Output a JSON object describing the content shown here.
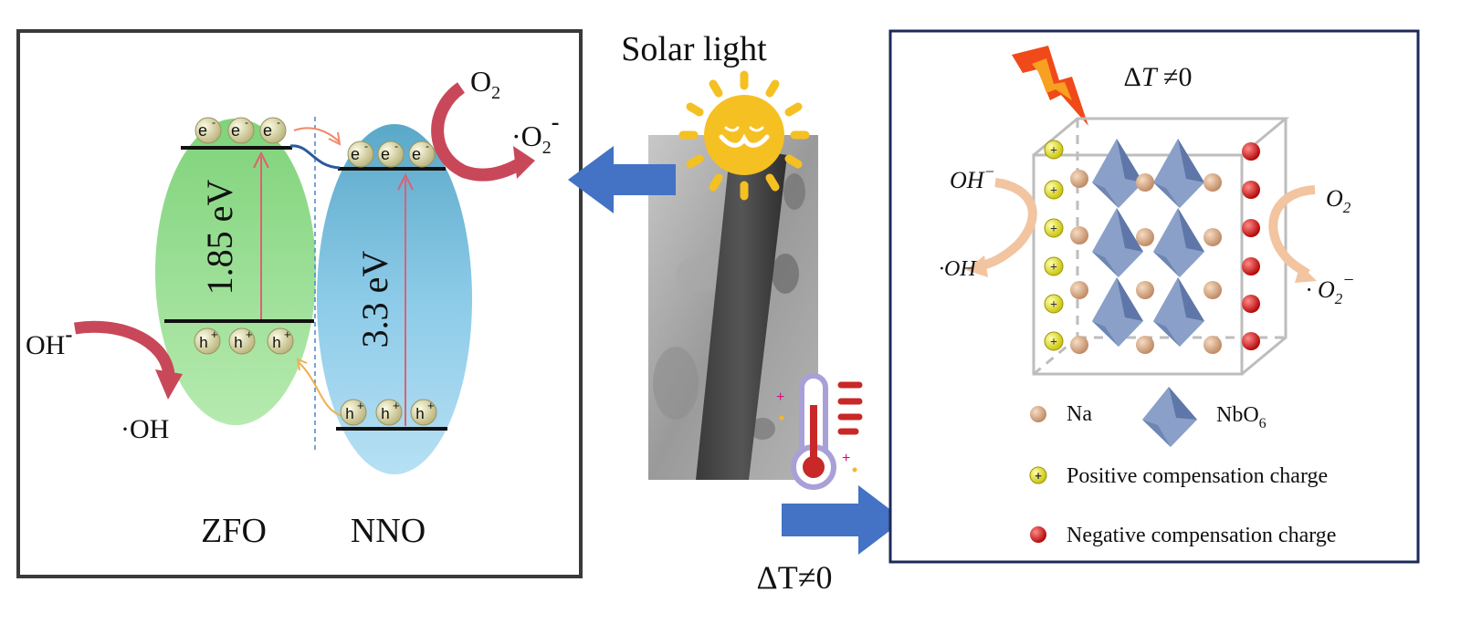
{
  "left_panel": {
    "zfo": {
      "label": "ZFO",
      "bandgap": "1.85 eV",
      "color": "#8fd88a"
    },
    "nno": {
      "label": "NNO",
      "bandgap": "3.3 eV",
      "color": "#7fc4e8"
    },
    "electron": "e",
    "electron_sup": "-",
    "hole": "h",
    "hole_sup": "+",
    "o2": {
      "base": "O",
      "sub": "2"
    },
    "superoxide": {
      "dot": "·",
      "base": "O",
      "sub": "2",
      "sup": "-"
    },
    "hydroxide": {
      "base": "OH",
      "sup": "-"
    },
    "hydroxyl_radical": "·OH"
  },
  "center": {
    "solar_light": "Solar light",
    "delta_t": "ΔT≠0"
  },
  "right_panel": {
    "delta_t": {
      "delta": "Δ",
      "t": "T",
      "rest": " ≠0"
    },
    "hydroxide": {
      "base": "OH",
      "sup": "−"
    },
    "hydroxyl_radical": "·OH",
    "o2": {
      "base": "O",
      "sub": "2"
    },
    "superoxide": {
      "dot": "· ",
      "base": "O",
      "sub": "2",
      "sup": "−"
    },
    "legend": {
      "na": "Na",
      "nbo6": {
        "base": "NbO",
        "sub": "6"
      },
      "positive": "Positive compensation charge",
      "negative": "Negative compensation charge"
    }
  },
  "colors": {
    "arrow_blue": "#4472c4",
    "curved_arrow_red": "#c8485a",
    "sun": "#f5c022",
    "bolt": "#f04a1a",
    "panel_right_border": "#1c2a5a",
    "octahedron": "#7a90b8",
    "na_sphere": "#d8a47a",
    "positive_charge": "#e8e020",
    "negative_charge": "#d81818"
  },
  "icons": [
    "sun-icon",
    "thermometer-icon",
    "lightning-icon",
    "arrow-right-icon",
    "arrow-left-icon"
  ]
}
